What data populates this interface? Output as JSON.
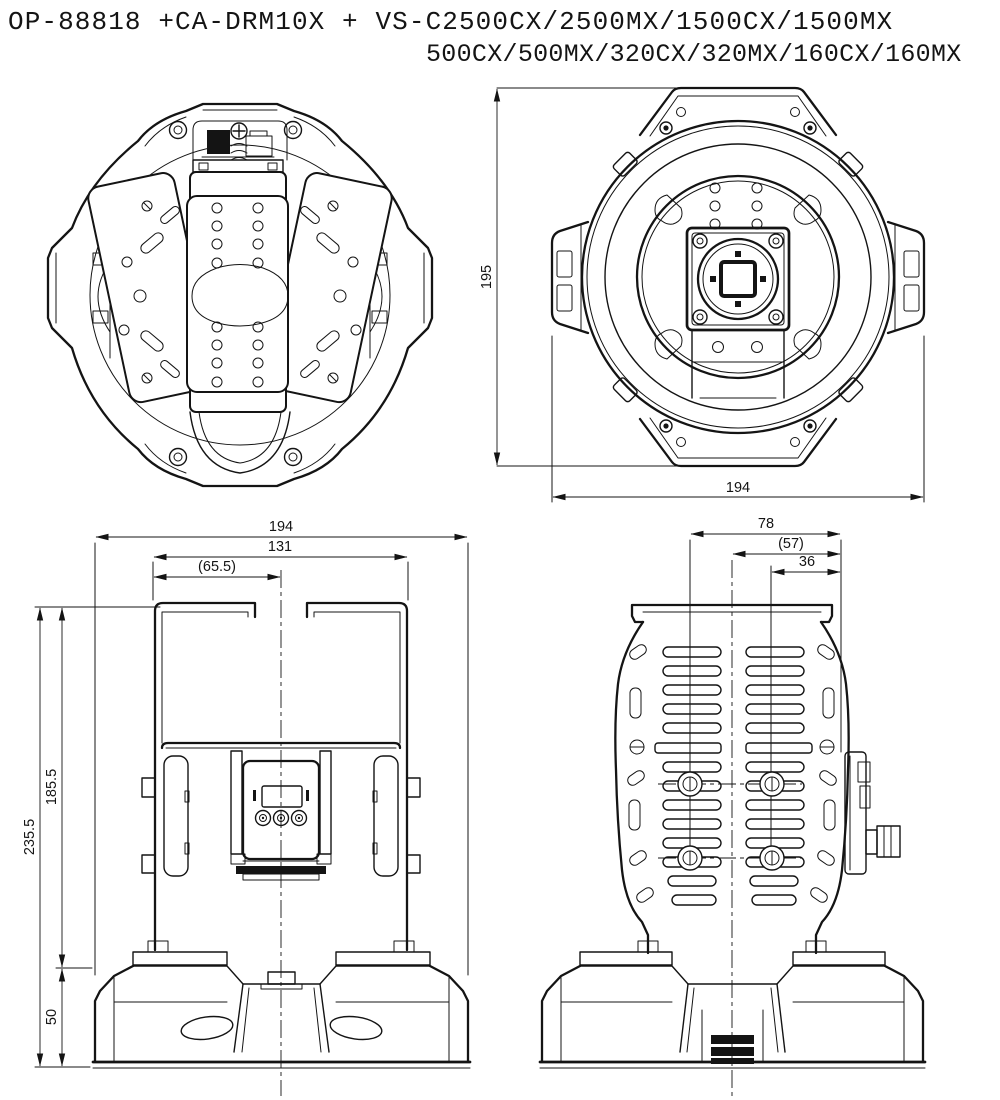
{
  "title": {
    "line1": "OP-88818 +CA-DRM10X + VS-C2500CX/2500MX/1500CX/1500MX",
    "line2": "500CX/500MX/320CX/320MX/160CX/160MX"
  },
  "drawing": {
    "line_color": "#141414",
    "background_color": "#ffffff",
    "dimensions": {
      "dome_height": "195",
      "dome_width": "194",
      "front_width": "194",
      "front_bracket_width": "131",
      "front_half_width": "(65.5)",
      "front_total_height": "235.5",
      "front_upper_height": "185.5",
      "front_base_height": "50",
      "side_screw_span": "78",
      "side_center_to_edge": "(57)",
      "side_screw_to_edge": "36"
    }
  }
}
